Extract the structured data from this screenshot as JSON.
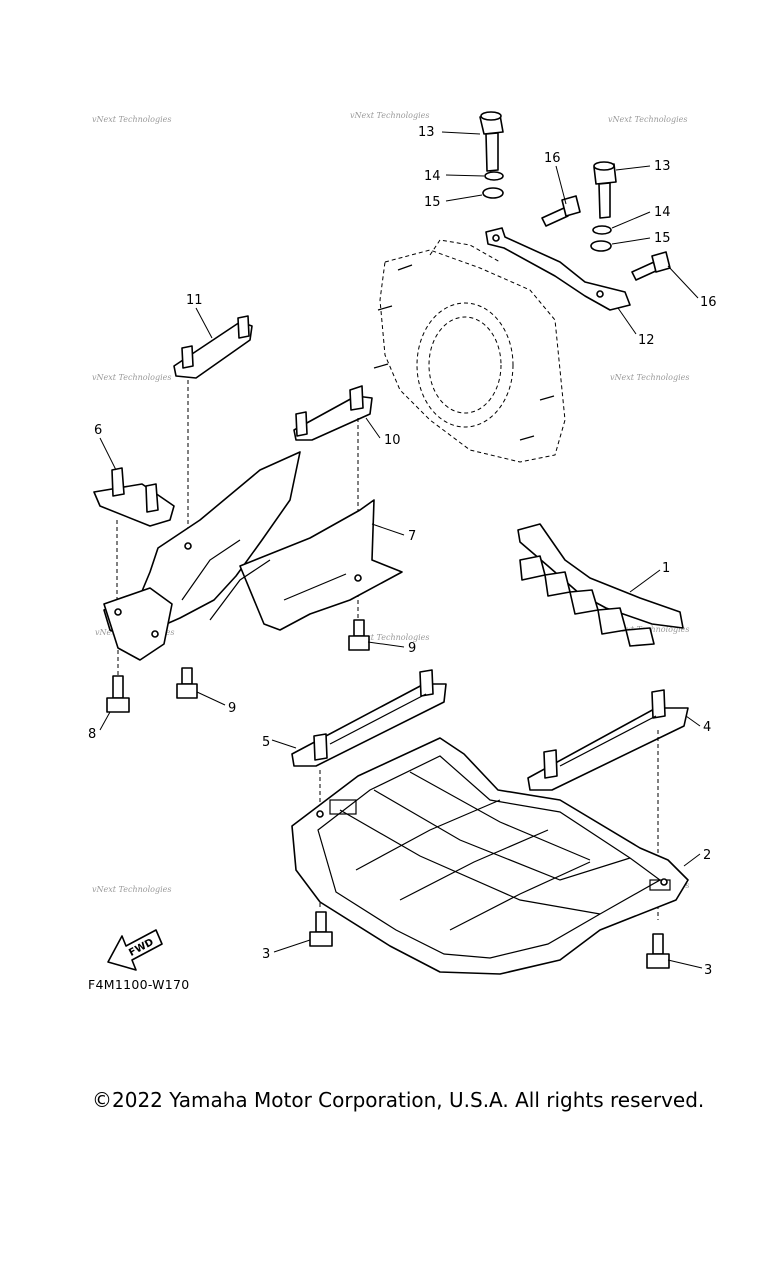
{
  "watermark_text": "vNext Technologies",
  "fwd_label": "FWD",
  "figure_code": "F4M1100-W170",
  "copyright": "©2022 Yamaha Motor Corporation, U.S.A. All rights reserved.",
  "callouts": {
    "c1": "1",
    "c2": "2",
    "c3a": "3",
    "c3b": "3",
    "c4": "4",
    "c5": "5",
    "c6": "6",
    "c7": "7",
    "c8": "8",
    "c9a": "9",
    "c9b": "9",
    "c10": "10",
    "c11": "11",
    "c12": "12",
    "c13a": "13",
    "c13b": "13",
    "c14a": "14",
    "c14b": "14",
    "c15a": "15",
    "c15b": "15",
    "c16a": "16",
    "c16b": "16"
  }
}
